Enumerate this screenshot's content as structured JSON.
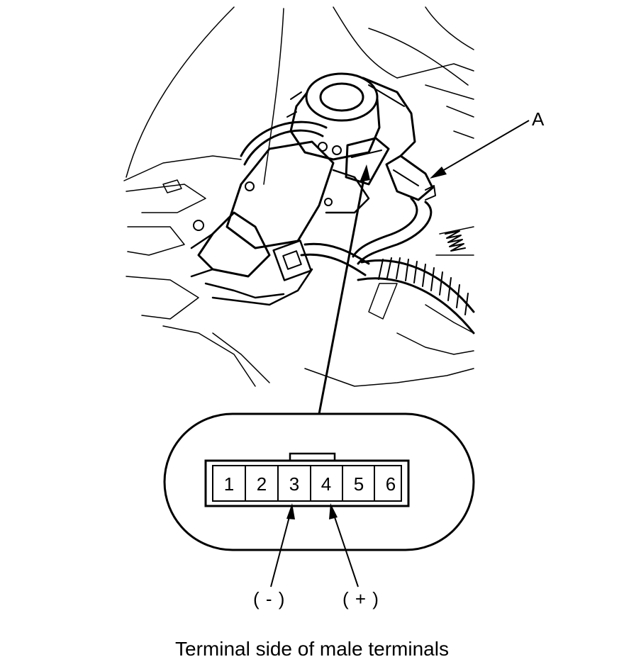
{
  "callout": {
    "label": "A"
  },
  "connector": {
    "pins": [
      "1",
      "2",
      "3",
      "4",
      "5",
      "6"
    ]
  },
  "terminals": {
    "negative": "( - )",
    "positive": "( + )"
  },
  "caption": "Terminal side of male terminals"
}
